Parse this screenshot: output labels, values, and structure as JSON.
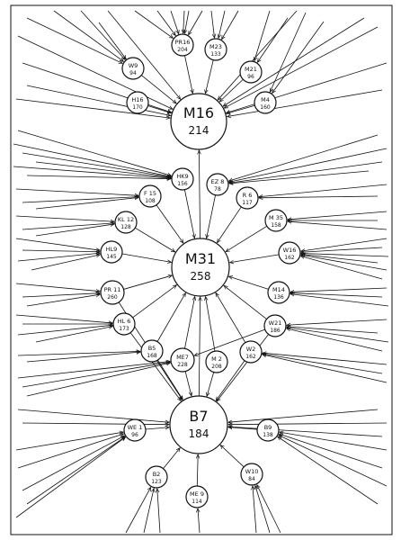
{
  "nodes": [
    {
      "id": "M16",
      "label": "M16",
      "value": "214"
    },
    {
      "id": "M31",
      "label": "M31",
      "value": "258"
    },
    {
      "id": "B7",
      "label": "B7",
      "value": "184"
    },
    {
      "id": "PR16",
      "label": "PR16",
      "value": "204"
    },
    {
      "id": "M23",
      "label": "M23",
      "value": "133"
    },
    {
      "id": "W9",
      "label": "W9",
      "value": "94"
    },
    {
      "id": "M21",
      "label": "M21",
      "value": "96"
    },
    {
      "id": "H16",
      "label": "H16",
      "value": "170"
    },
    {
      "id": "M4",
      "label": "M4",
      "value": "160"
    },
    {
      "id": "HK9",
      "label": "HK9",
      "value": "156"
    },
    {
      "id": "EZ8",
      "label": "EZ 8",
      "value": "78"
    },
    {
      "id": "F15",
      "label": "F 15",
      "value": "108"
    },
    {
      "id": "R6",
      "label": "R 6",
      "value": "117"
    },
    {
      "id": "KL12",
      "label": "KL 12",
      "value": "128"
    },
    {
      "id": "M35",
      "label": "M 35",
      "value": "158"
    },
    {
      "id": "HL9",
      "label": "HL9",
      "value": "145"
    },
    {
      "id": "W16",
      "label": "W16",
      "value": "162"
    },
    {
      "id": "PR11",
      "label": "PR 11",
      "value": "260"
    },
    {
      "id": "M14",
      "label": "M14",
      "value": "136"
    },
    {
      "id": "HL6",
      "label": "HL 6",
      "value": "173"
    },
    {
      "id": "W21",
      "label": "W21",
      "value": "186"
    },
    {
      "id": "B5",
      "label": "B5",
      "value": "168"
    },
    {
      "id": "ME7",
      "label": "ME7",
      "value": "228"
    },
    {
      "id": "M2",
      "label": "M 2",
      "value": "208"
    },
    {
      "id": "W2",
      "label": "W2",
      "value": "162"
    },
    {
      "id": "WE1",
      "label": "WE 1",
      "value": "96"
    },
    {
      "id": "B9",
      "label": "B9",
      "value": "138"
    },
    {
      "id": "B2",
      "label": "B2",
      "value": "123"
    },
    {
      "id": "ME9",
      "label": "ME 9",
      "value": "114"
    },
    {
      "id": "W10",
      "label": "W10",
      "value": "84"
    }
  ],
  "edges": [
    [
      "M31",
      "M16"
    ],
    [
      "PR16",
      "M16"
    ],
    [
      "M23",
      "M16"
    ],
    [
      "W9",
      "M16"
    ],
    [
      "M21",
      "M16"
    ],
    [
      "H16",
      "M16"
    ],
    [
      "M4",
      "M16"
    ],
    [
      "HK9",
      "M31"
    ],
    [
      "EZ8",
      "M31"
    ],
    [
      "F15",
      "M31"
    ],
    [
      "R6",
      "M31"
    ],
    [
      "KL12",
      "M31"
    ],
    [
      "M35",
      "M31"
    ],
    [
      "HL9",
      "M31"
    ],
    [
      "W16",
      "M31"
    ],
    [
      "PR11",
      "M31"
    ],
    [
      "M14",
      "M31"
    ],
    [
      "HL6",
      "M31"
    ],
    [
      "W21",
      "M31"
    ],
    [
      "B5",
      "M31"
    ],
    [
      "ME7",
      "M31"
    ],
    [
      "M2",
      "M31"
    ],
    [
      "W2",
      "M31"
    ],
    [
      "B7",
      "M31"
    ],
    [
      "ME7",
      "B7"
    ],
    [
      "M2",
      "B7"
    ],
    [
      "W2",
      "B7"
    ],
    [
      "B5",
      "B7"
    ],
    [
      "WE1",
      "B7"
    ],
    [
      "B9",
      "B7"
    ],
    [
      "B2",
      "B7"
    ],
    [
      "ME9",
      "B7"
    ],
    [
      "W10",
      "B7"
    ],
    [
      "W21",
      "B7"
    ],
    [
      "HL6",
      "B7"
    ],
    [
      "PR11",
      "B7"
    ],
    [
      "W21",
      "ME7"
    ]
  ]
}
